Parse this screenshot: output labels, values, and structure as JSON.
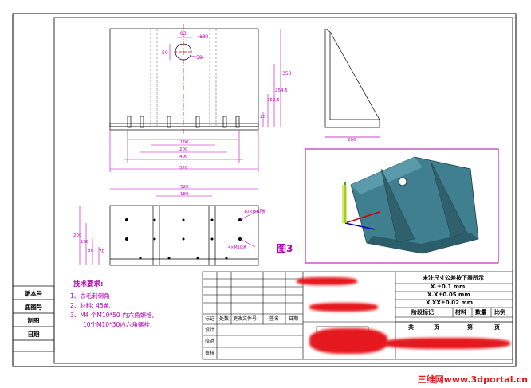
{
  "side_labels": [
    "版本号",
    "底图号",
    "制图",
    "日期"
  ],
  "tech_requirements": {
    "title": "技术要求:",
    "items": [
      "1、去毛刺倒角",
      "2、材料: 45#.",
      "3、M4 个M10*50 内六角螺栓,",
      "10个M10*30内六角螺栓."
    ]
  },
  "figure_label": "图3",
  "dims_front": {
    "d1": "83",
    "d2": "100",
    "d3": "50",
    "d4": "50",
    "d5": "350",
    "d6": "254.5",
    "d7": "252.5",
    "d8": "20",
    "d9": "100",
    "d10": "200",
    "d11": "400",
    "d12": "520"
  },
  "dims_side": {
    "w": "200"
  },
  "dims_top": {
    "w1": "520",
    "w2": "180",
    "h1": "200",
    "h2": "150",
    "h3": "80",
    "h4": "70",
    "note1": "10×M10通",
    "note2": "4×M10通"
  },
  "title_block": {
    "tolerance_title": "未注尺寸公差按下表所示",
    "tol1": "X.±0.1 mm",
    "tol2": "X.X±0.05 mm",
    "tol3": "X.XX±0.02 mm",
    "stage_mark": "阶段标记",
    "material": "材料",
    "weight": "数量",
    "scale": "比例",
    "total": "共",
    "page": "页",
    "sheet_no": "第",
    "page2": "页",
    "mark": "标记",
    "count": "处数",
    "change_doc": "更改文件号",
    "sign": "签名",
    "date": "日期",
    "design": "设计",
    "check": "校对",
    "review": "审核"
  },
  "watermark": "三维网www.3dportal.cn",
  "colors": {
    "line": "#000000",
    "magenta": "#c000c0",
    "green": "#008000",
    "model": "#2f6f80",
    "frame3d": "#b000b0"
  }
}
